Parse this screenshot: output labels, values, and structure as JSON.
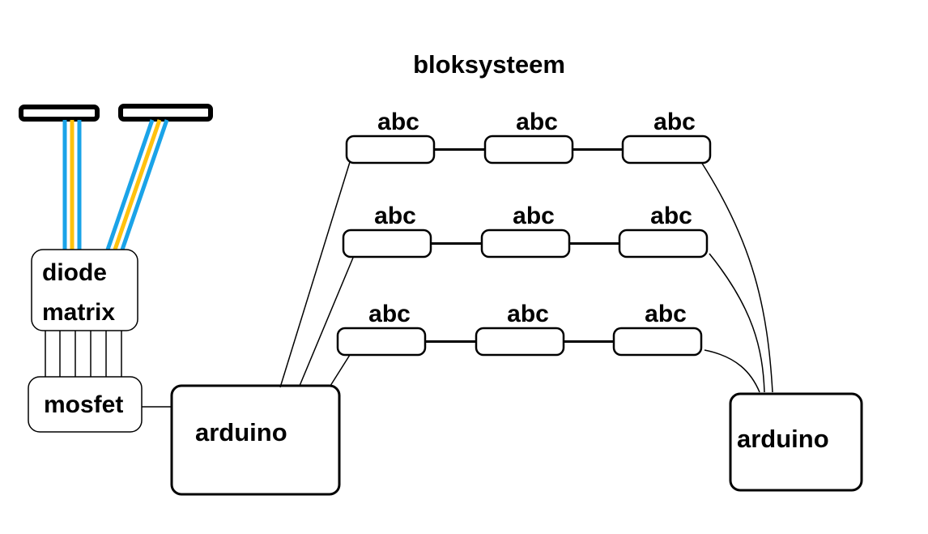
{
  "title": "bloksysteem",
  "blocks": {
    "diode_matrix_line1": "diode",
    "diode_matrix_line2": "matrix",
    "mosfet": "mosfet",
    "arduino_left": "arduino",
    "arduino_right": "arduino"
  },
  "rows": [
    {
      "modules": [
        "abc",
        "abc",
        "abc"
      ]
    },
    {
      "modules": [
        "abc",
        "abc",
        "abc"
      ]
    },
    {
      "modules": [
        "abc",
        "abc",
        "abc"
      ]
    }
  ],
  "colors": {
    "wire_blue": "#1aa3e8",
    "wire_yellow": "#ffc20e",
    "line": "#000000"
  },
  "icons": [
    "sensor-bar-icon",
    "sensor-bar-icon"
  ]
}
